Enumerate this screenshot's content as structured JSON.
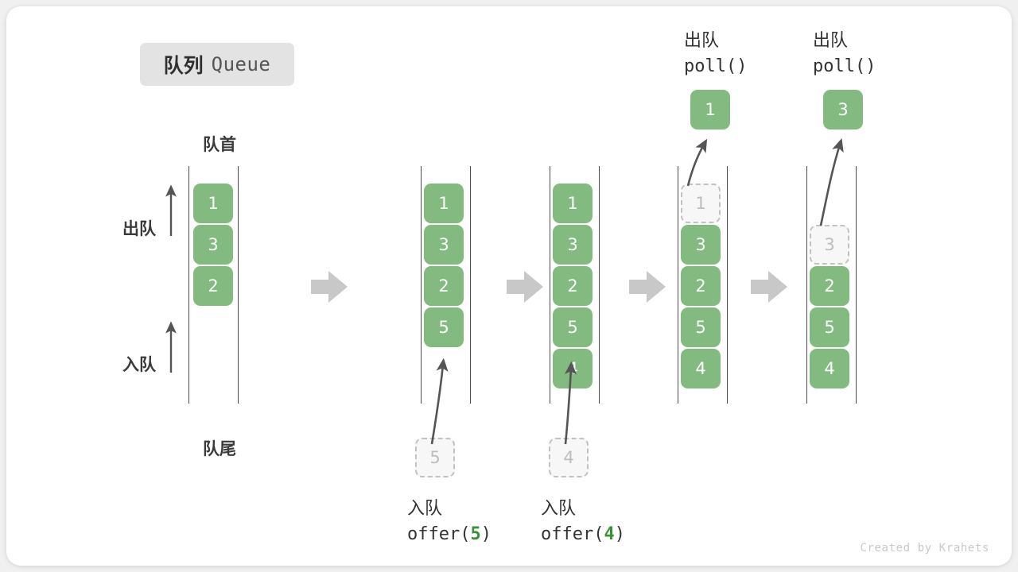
{
  "title": {
    "cn": "队列",
    "en": "Queue"
  },
  "labels": {
    "head": "队首",
    "tail": "队尾",
    "dequeue": "出队",
    "enqueue": "入队"
  },
  "footer": "Created by Krahets",
  "colors": {
    "cell_green": "#82ba80",
    "ghost_border": "#c2c2c2",
    "ghost_fill": "#f7f7f7",
    "rail": "#4d4d4d",
    "transition_arrow": "#c8c8c8",
    "op_arrow": "#555555",
    "badge_bg": "#e3e3e3",
    "accent_value": "#389038"
  },
  "steps": [
    {
      "id": "initial",
      "caption_cn": "",
      "caption_mono": "",
      "caption_value": "",
      "items": [
        "1",
        "3",
        "2"
      ],
      "ghost_index": -1,
      "floating": null,
      "incoming": null
    },
    {
      "id": "offer-5",
      "caption_cn": "入队",
      "caption_mono_prefix": "offer(",
      "caption_value": "5",
      "caption_mono_suffix": ")",
      "items": [
        "1",
        "3",
        "2",
        "5"
      ],
      "ghost_index": -1,
      "floating": null,
      "incoming": "5"
    },
    {
      "id": "offer-4",
      "caption_cn": "入队",
      "caption_mono_prefix": "offer(",
      "caption_value": "4",
      "caption_mono_suffix": ")",
      "items": [
        "1",
        "3",
        "2",
        "5",
        "4"
      ],
      "ghost_index": -1,
      "floating": null,
      "incoming": "4"
    },
    {
      "id": "poll-1",
      "caption_cn": "出队",
      "caption_mono_prefix": "poll(",
      "caption_value": "",
      "caption_mono_suffix": ")",
      "items": [
        "1",
        "3",
        "2",
        "5",
        "4"
      ],
      "ghost_index": 0,
      "floating": "1",
      "incoming": null
    },
    {
      "id": "poll-3",
      "caption_cn": "出队",
      "caption_mono_prefix": "poll(",
      "caption_value": "",
      "caption_mono_suffix": ")",
      "items": [
        "3",
        "2",
        "5",
        "4"
      ],
      "ghost_index": 0,
      "floating": "3",
      "incoming": null
    }
  ]
}
